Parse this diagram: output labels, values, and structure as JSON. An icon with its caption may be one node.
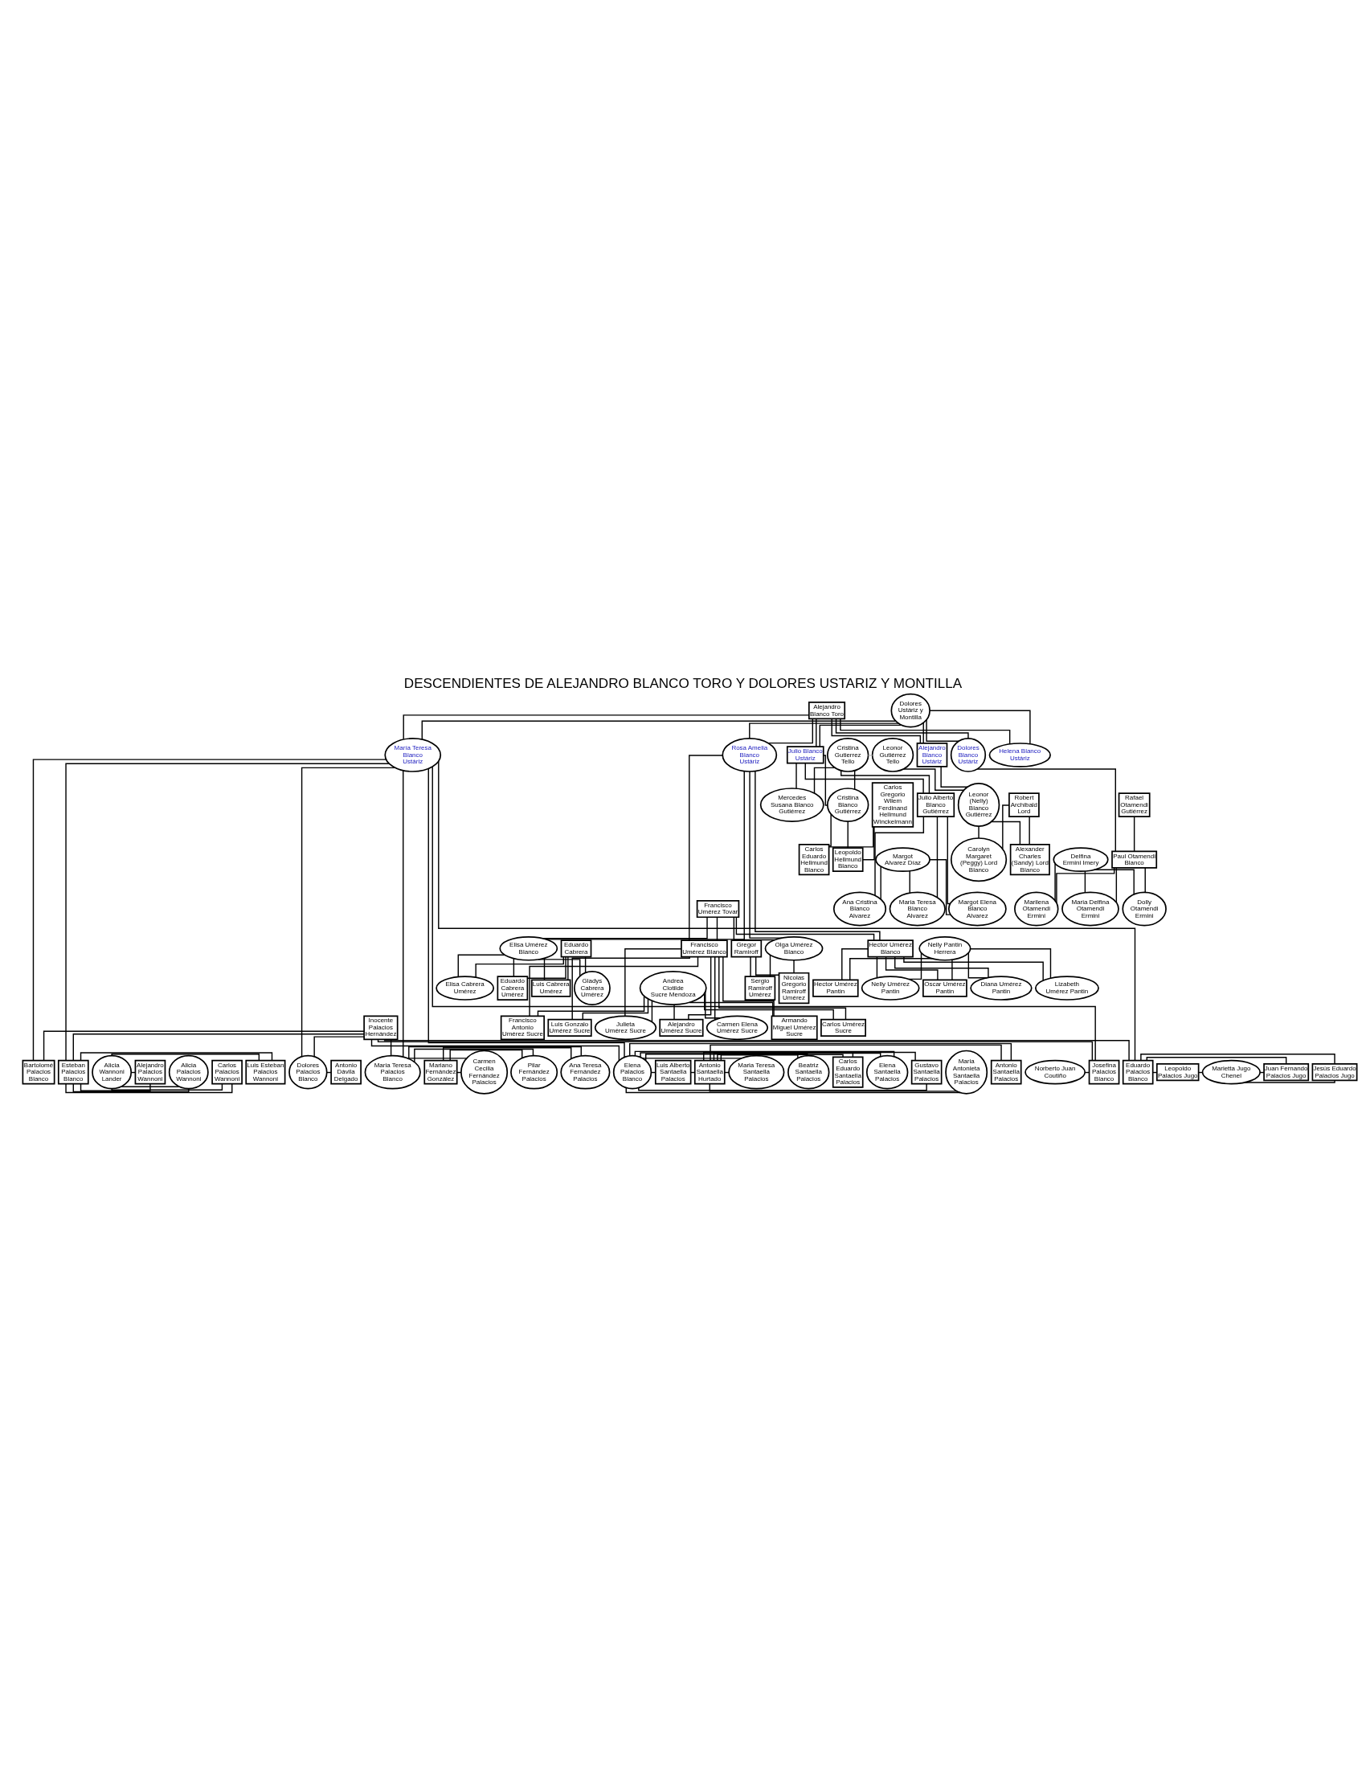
{
  "diagram": {
    "title": "DESCENDIENTES DE ALEJANDRO BLANCO TORO Y DOLORES USTARIZ Y MONTILLA",
    "nodes": [
      {
        "text": [
          "Alejandro Blanco Toro"
        ]
      },
      {
        "text": [
          "Dolores Ustáriz y Montilla"
        ]
      },
      {
        "text": [
          "María Teresa Blanco Ustáriz"
        ]
      },
      {
        "text": [
          "Rosa Amelia Blanco Ustáriz"
        ]
      },
      {
        "text": [
          "Julio Blanco Ustáriz"
        ]
      },
      {
        "text": [
          "Cristina Gutierrez Tello"
        ]
      },
      {
        "text": [
          "Leonor Gutiérrez Tello"
        ]
      },
      {
        "text": [
          "Alejandro Blanco Ustáriz"
        ]
      },
      {
        "text": [
          "Dolores Blanco Ustáriz"
        ]
      },
      {
        "text": [
          "Helena Blanco Ustáriz"
        ]
      },
      {
        "text": [
          "Mercedes Susana Blanco Gutiérrez"
        ]
      },
      {
        "text": [
          "Cristina Blanco Gutiérrez"
        ]
      },
      {
        "text": [
          "Carlos Gregorio Wilem Ferdinand Hellmund Winckelmann"
        ]
      },
      {
        "text": [
          "Julio Alberto Blanco Gutiérrez"
        ]
      },
      {
        "text": [
          "Leonor (Nelly) Blanco Gutiérrez"
        ]
      },
      {
        "text": [
          "Robert Archibald Lord"
        ]
      },
      {
        "text": [
          "Rafael Otamendi Gutiérrez"
        ]
      },
      {
        "text": [
          "Carlos Eduardo Hellmund Blanco"
        ]
      },
      {
        "text": [
          "Leopoldo Hellmund Blanco"
        ]
      },
      {
        "text": [
          "Margot Alvarez Díaz"
        ]
      },
      {
        "text": [
          "Carolyn Margaret (Peggy) Lord Blanco"
        ]
      },
      {
        "text": [
          "Alexander Charles (Sandy) Lord Blanco"
        ]
      },
      {
        "text": [
          "Delfina Ermini Imery"
        ]
      },
      {
        "text": [
          "Paul Otamendi Blanco"
        ]
      },
      {
        "text": [
          "Francisco Umérez Tovar"
        ]
      },
      {
        "text": [
          "Ana Cristina Blanco Alvarez"
        ]
      },
      {
        "text": [
          "Maria Teresa Blanco Alvarez"
        ]
      },
      {
        "text": [
          "Margot Elena Blanco Alvarez"
        ]
      },
      {
        "text": [
          "Marilena Otamendi Ermini"
        ]
      },
      {
        "text": [
          "Maria Delfina Otamendi Ermini"
        ]
      },
      {
        "text": [
          "Dolly Otamendi Ermini"
        ]
      },
      {
        "text": [
          "Elisa Umérez Blanco"
        ]
      },
      {
        "text": [
          "Eduardo Cabrera"
        ]
      },
      {
        "text": [
          "Francisco Umérez Blanco"
        ]
      },
      {
        "text": [
          "Gregor Ramiroff"
        ]
      },
      {
        "text": [
          "Olga Umérez Blanco"
        ]
      },
      {
        "text": [
          "Hector Umérez Blanco"
        ]
      },
      {
        "text": [
          "Nelly Pantin Herrera"
        ]
      },
      {
        "text": [
          "Elisa Cabrera Umérez"
        ]
      },
      {
        "text": [
          "Eduardo Cabrera Umérez"
        ]
      },
      {
        "text": [
          "Luis Cabrera Umérez"
        ]
      },
      {
        "text": [
          "Gladys Cabrera Umérez"
        ]
      },
      {
        "text": [
          "Andrea Clotilde Sucre Mendoza"
        ]
      },
      {
        "text": [
          "Sergio Ramiroff Umérez"
        ]
      },
      {
        "text": [
          "Nicolas Gregorio Ramiroff Umérez"
        ]
      },
      {
        "text": [
          "Hector Umérez Pantin"
        ]
      },
      {
        "text": [
          "Nelly Umérez Pantin"
        ]
      },
      {
        "text": [
          "Oscar Umérez Pantin"
        ]
      },
      {
        "text": [
          "Diana Umérez Pantin"
        ]
      },
      {
        "text": [
          "Lizabeth Umérez Pantin"
        ]
      },
      {
        "text": [
          "Francisco Antonio Umérez Sucre"
        ]
      },
      {
        "text": [
          "Luis Gonzalo Umérez Sucre"
        ]
      },
      {
        "text": [
          "Julieta Umérez Sucre"
        ]
      },
      {
        "text": [
          "Alejandro Umérez Sucre"
        ]
      },
      {
        "text": [
          "Carmen Elena Umérez Sucre"
        ]
      },
      {
        "text": [
          "Armando Miguel Umérez Sucre"
        ]
      },
      {
        "text": [
          "Carlos Umérez Sucre"
        ]
      },
      {
        "text": [
          "Inocente Palacios Hernández"
        ]
      },
      {
        "text": [
          "Bartolomé Palacios Blanco"
        ]
      },
      {
        "text": [
          "Esteban Palacios Blanco"
        ]
      },
      {
        "text": [
          "Alicia Wannoni Lander"
        ]
      },
      {
        "text": [
          "Dolores Palacios Blanco"
        ]
      },
      {
        "text": [
          "Antonio Dávila Delgado"
        ]
      },
      {
        "text": [
          "Maria Teresa Palacios Blanco"
        ]
      },
      {
        "text": [
          "Mariano Fernández González"
        ]
      },
      {
        "text": [
          "Elena Palacios Blanco"
        ]
      },
      {
        "text": [
          "Norberto Juan Coutiño"
        ]
      },
      {
        "text": [
          "Josefina Palacios Blanco"
        ]
      },
      {
        "text": [
          "Marietta Jugo Chenel"
        ]
      },
      {
        "text": [
          "Eduardo Palacios Blanco"
        ]
      },
      {
        "text": [
          "Luis Esteban Palacios Wannoni"
        ]
      },
      {
        "text": [
          "Carlos Palacios Wannoni"
        ]
      },
      {
        "text": [
          "Alicia Palacios Wannoni"
        ]
      },
      {
        "text": [
          "Alejandro Palacios Wannoni"
        ]
      },
      {
        "text": [
          "Ana Teresa Fernández Palacios"
        ]
      },
      {
        "text": [
          "Pilar Fernández Palacios"
        ]
      },
      {
        "text": [
          "Carmen Cecilia Fernández Palacios"
        ]
      },
      {
        "text": [
          "Antonio Santaella Hurtado"
        ]
      },
      {
        "text": [
          "Jesús Eduardo Palacios Jugo"
        ]
      },
      {
        "text": [
          "Leopoldo Palacios Jugo"
        ]
      },
      {
        "text": [
          "Juan Fernando Palacios Jugo"
        ]
      },
      {
        "text": [
          "Antonio Santaella Palacios"
        ]
      },
      {
        "text": [
          "Luis Alberto Santaella Palacios"
        ]
      },
      {
        "text": [
          "Gustavo Santaella Palacios"
        ]
      },
      {
        "text": [
          "Elena Santaella Palacios"
        ]
      },
      {
        "text": [
          "Carlos Eduardo Santaella Palacios"
        ]
      },
      {
        "text": [
          "Beatriz Santaella Palacios"
        ]
      },
      {
        "text": [
          "Maria Teresa Santaella Palacios"
        ]
      },
      {
        "text": [
          "Maria Antonieta Santaella Palacios"
        ]
      }
    ],
    "edges": [
      {
        "from": 0,
        "to": 2,
        "arrow": "none"
      },
      {
        "from": 1,
        "to": 2,
        "arrow": "none"
      },
      {
        "from": 0,
        "to": 3,
        "arrow": "none"
      },
      {
        "from": 1,
        "to": 3,
        "arrow": "none"
      },
      {
        "from": 0,
        "to": 4,
        "arrow": "none"
      },
      {
        "from": 1,
        "to": 4,
        "arrow": "none"
      },
      {
        "from": 0,
        "to": 7,
        "arrow": "none"
      },
      {
        "from": 1,
        "to": 7,
        "arrow": "none"
      },
      {
        "from": 0,
        "to": 8,
        "arrow": "none"
      },
      {
        "from": 1,
        "to": 8,
        "arrow": "none"
      },
      {
        "from": 0,
        "to": 9,
        "arrow": "none"
      },
      {
        "from": 1,
        "to": 9,
        "arrow": "none"
      },
      {
        "from": 5,
        "to": 6,
        "arrow": "none",
        "color": "#c0c0c0"
      },
      {
        "from": 4,
        "to": 10,
        "arrow": "none"
      },
      {
        "from": 5,
        "to": 10,
        "arrow": "none"
      },
      {
        "from": 4,
        "to": 11,
        "arrow": "none"
      },
      {
        "from": 5,
        "to": 11,
        "arrow": "none"
      },
      {
        "from": 4,
        "to": 13,
        "arrow": "none"
      },
      {
        "from": 5,
        "to": 13,
        "arrow": "none"
      },
      {
        "from": 6,
        "to": 14,
        "arrow": "none"
      },
      {
        "from": 7,
        "to": 14,
        "arrow": "none"
      },
      {
        "from": 11,
        "to": 17,
        "arrow": "none"
      },
      {
        "from": 12,
        "to": 17,
        "arrow": "none"
      },
      {
        "from": 11,
        "to": 18,
        "arrow": "none"
      },
      {
        "from": 12,
        "to": 18,
        "arrow": "none"
      },
      {
        "from": 14,
        "to": 20,
        "arrow": "none"
      },
      {
        "from": 15,
        "to": 20,
        "arrow": "none"
      },
      {
        "from": 14,
        "to": 21,
        "arrow": "none"
      },
      {
        "from": 15,
        "to": 21,
        "arrow": "none"
      },
      {
        "from": 8,
        "to": 23,
        "arrow": "none"
      },
      {
        "from": 16,
        "to": 23,
        "arrow": "none"
      },
      {
        "from": 13,
        "to": 25,
        "arrow": "none"
      },
      {
        "from": 19,
        "to": 25,
        "arrow": "none"
      },
      {
        "from": 13,
        "to": 26,
        "arrow": "none"
      },
      {
        "from": 19,
        "to": 26,
        "arrow": "none"
      },
      {
        "from": 13,
        "to": 27,
        "arrow": "none"
      },
      {
        "from": 19,
        "to": 27,
        "arrow": "none"
      },
      {
        "from": 22,
        "to": 28,
        "arrow": "none"
      },
      {
        "from": 23,
        "to": 28,
        "arrow": "none"
      },
      {
        "from": 22,
        "to": 29,
        "arrow": "none"
      },
      {
        "from": 23,
        "to": 29,
        "arrow": "none"
      },
      {
        "from": 22,
        "to": 30,
        "arrow": "none"
      },
      {
        "from": 23,
        "to": 30,
        "arrow": "none"
      },
      {
        "from": 24,
        "to": 31,
        "arrow": "none"
      },
      {
        "from": 3,
        "to": 31,
        "arrow": "none"
      },
      {
        "from": 24,
        "to": 33,
        "arrow": "none"
      },
      {
        "from": 3,
        "to": 33,
        "arrow": "none"
      },
      {
        "from": 24,
        "to": 35,
        "arrow": "none"
      },
      {
        "from": 3,
        "to": 35,
        "arrow": "none"
      },
      {
        "from": 24,
        "to": 36,
        "arrow": "none"
      },
      {
        "from": 3,
        "to": 36,
        "arrow": "none"
      },
      {
        "from": 31,
        "to": 38,
        "arrow": "none"
      },
      {
        "from": 32,
        "to": 38,
        "arrow": "none"
      },
      {
        "from": 31,
        "to": 39,
        "arrow": "none"
      },
      {
        "from": 32,
        "to": 39,
        "arrow": "none"
      },
      {
        "from": 31,
        "to": 40,
        "arrow": "none"
      },
      {
        "from": 32,
        "to": 40,
        "arrow": "none"
      },
      {
        "from": 31,
        "to": 41,
        "arrow": "none"
      },
      {
        "from": 32,
        "to": 41,
        "arrow": "none"
      },
      {
        "from": 34,
        "to": 43,
        "arrow": "none"
      },
      {
        "from": 35,
        "to": 43,
        "arrow": "none"
      },
      {
        "from": 34,
        "to": 44,
        "arrow": "none"
      },
      {
        "from": 35,
        "to": 44,
        "arrow": "none"
      },
      {
        "from": 36,
        "to": 45,
        "arrow": "none"
      },
      {
        "from": 37,
        "to": 45,
        "arrow": "none"
      },
      {
        "from": 36,
        "to": 46,
        "arrow": "none"
      },
      {
        "from": 37,
        "to": 46,
        "arrow": "none"
      },
      {
        "from": 36,
        "to": 47,
        "arrow": "none"
      },
      {
        "from": 37,
        "to": 47,
        "arrow": "none"
      },
      {
        "from": 36,
        "to": 48,
        "arrow": "none"
      },
      {
        "from": 37,
        "to": 48,
        "arrow": "none"
      },
      {
        "from": 36,
        "to": 49,
        "arrow": "none"
      },
      {
        "from": 37,
        "to": 49,
        "arrow": "none"
      },
      {
        "from": 33,
        "to": 50,
        "arrow": "none"
      },
      {
        "from": 42,
        "to": 50,
        "arrow": "none"
      },
      {
        "from": 33,
        "to": 51,
        "arrow": "none"
      },
      {
        "from": 42,
        "to": 51,
        "arrow": "none"
      },
      {
        "from": 33,
        "to": 52,
        "arrow": "none"
      },
      {
        "from": 42,
        "to": 52,
        "arrow": "none"
      },
      {
        "from": 33,
        "to": 53,
        "arrow": "none"
      },
      {
        "from": 42,
        "to": 53,
        "arrow": "none"
      },
      {
        "from": 33,
        "to": 54,
        "arrow": "none"
      },
      {
        "from": 42,
        "to": 54,
        "arrow": "none"
      },
      {
        "from": 33,
        "to": 55,
        "arrow": "none"
      },
      {
        "from": 42,
        "to": 55,
        "arrow": "none"
      },
      {
        "from": 33,
        "to": 56,
        "arrow": "none"
      },
      {
        "from": 42,
        "to": 56,
        "arrow": "none"
      },
      {
        "from": 2,
        "to": 58,
        "arrow": "none"
      },
      {
        "from": 57,
        "to": 58,
        "arrow": "none"
      },
      {
        "from": 2,
        "to": 59,
        "arrow": "none"
      },
      {
        "from": 57,
        "to": 59,
        "arrow": "none"
      },
      {
        "from": 2,
        "to": 61,
        "arrow": "none"
      },
      {
        "from": 57,
        "to": 61,
        "arrow": "none"
      },
      {
        "from": 2,
        "to": 63,
        "arrow": "none"
      },
      {
        "from": 57,
        "to": 63,
        "arrow": "none"
      },
      {
        "from": 2,
        "to": 65,
        "arrow": "none"
      },
      {
        "from": 57,
        "to": 65,
        "arrow": "none"
      },
      {
        "from": 2,
        "to": 67,
        "arrow": "none"
      },
      {
        "from": 57,
        "to": 67,
        "arrow": "none"
      },
      {
        "from": 2,
        "to": 69,
        "arrow": "none"
      },
      {
        "from": 57,
        "to": 69,
        "arrow": "none"
      },
      {
        "from": 59,
        "to": 70,
        "arrow": "none"
      },
      {
        "from": 60,
        "to": 70,
        "arrow": "none"
      },
      {
        "from": 59,
        "to": 71,
        "arrow": "none"
      },
      {
        "from": 60,
        "to": 71,
        "arrow": "none"
      },
      {
        "from": 59,
        "to": 72,
        "arrow": "none"
      },
      {
        "from": 60,
        "to": 72,
        "arrow": "none"
      },
      {
        "from": 59,
        "to": 73,
        "arrow": "none"
      },
      {
        "from": 60,
        "to": 73,
        "arrow": "none"
      },
      {
        "from": 61,
        "to": 62,
        "arrow": "none"
      },
      {
        "from": 63,
        "to": 74,
        "arrow": "none"
      },
      {
        "from": 64,
        "to": 74,
        "arrow": "none"
      },
      {
        "from": 63,
        "to": 75,
        "arrow": "none"
      },
      {
        "from": 64,
        "to": 75,
        "arrow": "none"
      },
      {
        "from": 63,
        "to": 76,
        "arrow": "none"
      },
      {
        "from": 64,
        "to": 76,
        "arrow": "none"
      },
      {
        "from": 66,
        "to": 67,
        "arrow": "none"
      },
      {
        "from": 68,
        "to": 78,
        "arrow": "none"
      },
      {
        "from": 69,
        "to": 78,
        "arrow": "none"
      },
      {
        "from": 68,
        "to": 79,
        "arrow": "none"
      },
      {
        "from": 69,
        "to": 79,
        "arrow": "none"
      },
      {
        "from": 68,
        "to": 80,
        "arrow": "none"
      },
      {
        "from": 69,
        "to": 80,
        "arrow": "none"
      },
      {
        "from": 65,
        "to": 81,
        "arrow": "none"
      },
      {
        "from": 77,
        "to": 81,
        "arrow": "none"
      },
      {
        "from": 65,
        "to": 82,
        "arrow": "none"
      },
      {
        "from": 77,
        "to": 82,
        "arrow": "none"
      },
      {
        "from": 65,
        "to": 83,
        "arrow": "none"
      },
      {
        "from": 77,
        "to": 83,
        "arrow": "none"
      },
      {
        "from": 65,
        "to": 84,
        "arrow": "none"
      },
      {
        "from": 77,
        "to": 84,
        "arrow": "none"
      },
      {
        "from": 65,
        "to": 85,
        "arrow": "none"
      },
      {
        "from": 77,
        "to": 85,
        "arrow": "none"
      },
      {
        "from": 65,
        "to": 86,
        "arrow": "none"
      },
      {
        "from": 77,
        "to": 86,
        "arrow": "none"
      },
      {
        "from": 65,
        "to": 87,
        "arrow": "none"
      },
      {
        "from": 77,
        "to": 87,
        "arrow": "none"
      },
      {
        "from": 65,
        "to": 88,
        "arrow": "none"
      },
      {
        "from": 77,
        "to": 88,
        "arrow": "none"
      }
    ]
  }
}
